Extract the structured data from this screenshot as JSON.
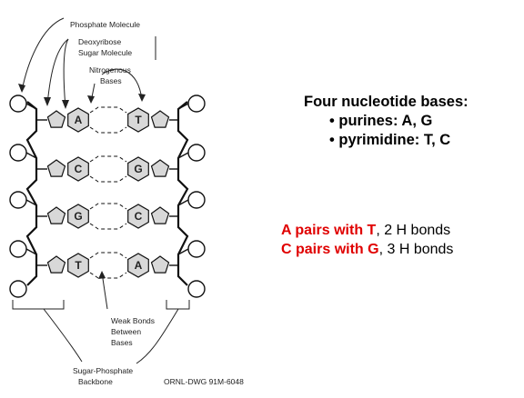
{
  "diagram": {
    "labels": {
      "phosphate": "Phosphate Molecule",
      "sugar_1": "Deoxyribose",
      "sugar_2": "Sugar Molecule",
      "nitro_1": "Nitrogenous",
      "nitro_2": "Bases",
      "weak_1": "Weak Bonds",
      "weak_2": "Between",
      "weak_3": "Bases",
      "backbone_1": "Sugar-Phosphate",
      "backbone_2": "Backbone",
      "credit": "ORNL-DWG 91M-6048"
    },
    "base_pairs": [
      {
        "left": "A",
        "right": "T"
      },
      {
        "left": "C",
        "right": "G"
      },
      {
        "left": "G",
        "right": "C"
      },
      {
        "left": "T",
        "right": "A"
      }
    ]
  },
  "bases": {
    "heading": "Four nucleotide bases:",
    "items": [
      {
        "bullet": "•",
        "text": "purines: A, G"
      },
      {
        "bullet": "•",
        "text": "pyrimidine: T, C"
      }
    ]
  },
  "pairing": {
    "rows": [
      {
        "pair": "A pairs with T",
        "detail": ", 2 H bonds"
      },
      {
        "pair": "C pairs with G",
        "detail": ", 3 H bonds"
      }
    ]
  },
  "colors": {
    "highlight": "#e00000",
    "base_fill": "#d8d8d8",
    "line": "#111111"
  }
}
